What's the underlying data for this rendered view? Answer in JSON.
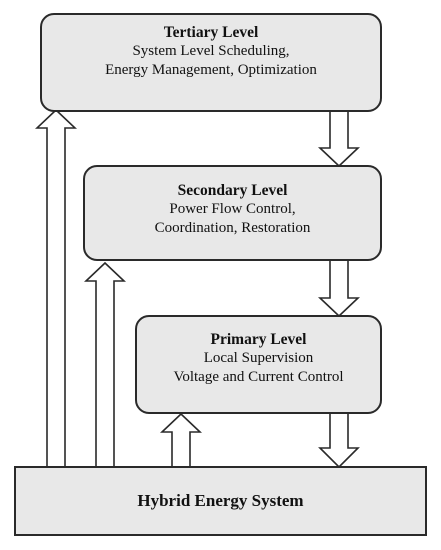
{
  "levels": {
    "tertiary": {
      "title": "Tertiary Level",
      "lines": [
        "System Level Scheduling,",
        "Energy Management, Optimization"
      ]
    },
    "secondary": {
      "title": "Secondary Level",
      "lines": [
        "Power Flow Control,",
        "Coordination, Restoration"
      ]
    },
    "primary": {
      "title": "Primary Level",
      "lines": [
        "Local Supervision",
        "Voltage and Current Control"
      ]
    }
  },
  "system": {
    "title": "Hybrid Energy System"
  },
  "colors": {
    "box_fill": "#e8e8e8",
    "outline": "#2a2a2a",
    "arrow_fill": "#ffffff"
  }
}
